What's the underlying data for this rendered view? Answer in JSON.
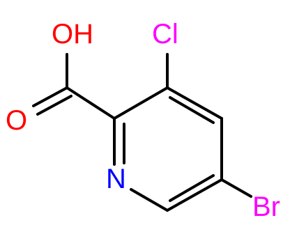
{
  "molecule": {
    "atoms": {
      "oh": {
        "label": "OH",
        "color": "#ff0000"
      },
      "o": {
        "label": "O",
        "color": "#ff0000"
      },
      "cl": {
        "label": "Cl",
        "color": "#ff00ff"
      },
      "n": {
        "label": "N",
        "color": "#0000ff"
      },
      "br": {
        "label": "Br",
        "color": "#ff00ff"
      }
    },
    "bond_color": "#000000"
  }
}
